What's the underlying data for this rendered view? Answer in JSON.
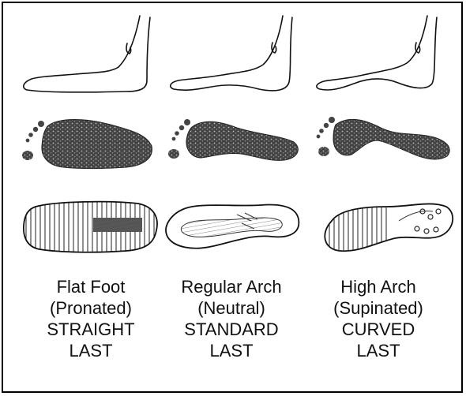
{
  "columns": [
    {
      "arch": "Flat Foot",
      "type": "(Pronated)",
      "last_line1": "STRAIGHT",
      "last_line2": "LAST"
    },
    {
      "arch": "Regular Arch",
      "type": "(Neutral)",
      "last_line1": "STANDARD",
      "last_line2": "LAST"
    },
    {
      "arch": "High Arch",
      "type": "(Supinated)",
      "last_line1": "CURVED",
      "last_line2": "LAST"
    }
  ],
  "colors": {
    "ink": "#111111",
    "print": "#3a3a3a",
    "background": "#ffffff"
  }
}
